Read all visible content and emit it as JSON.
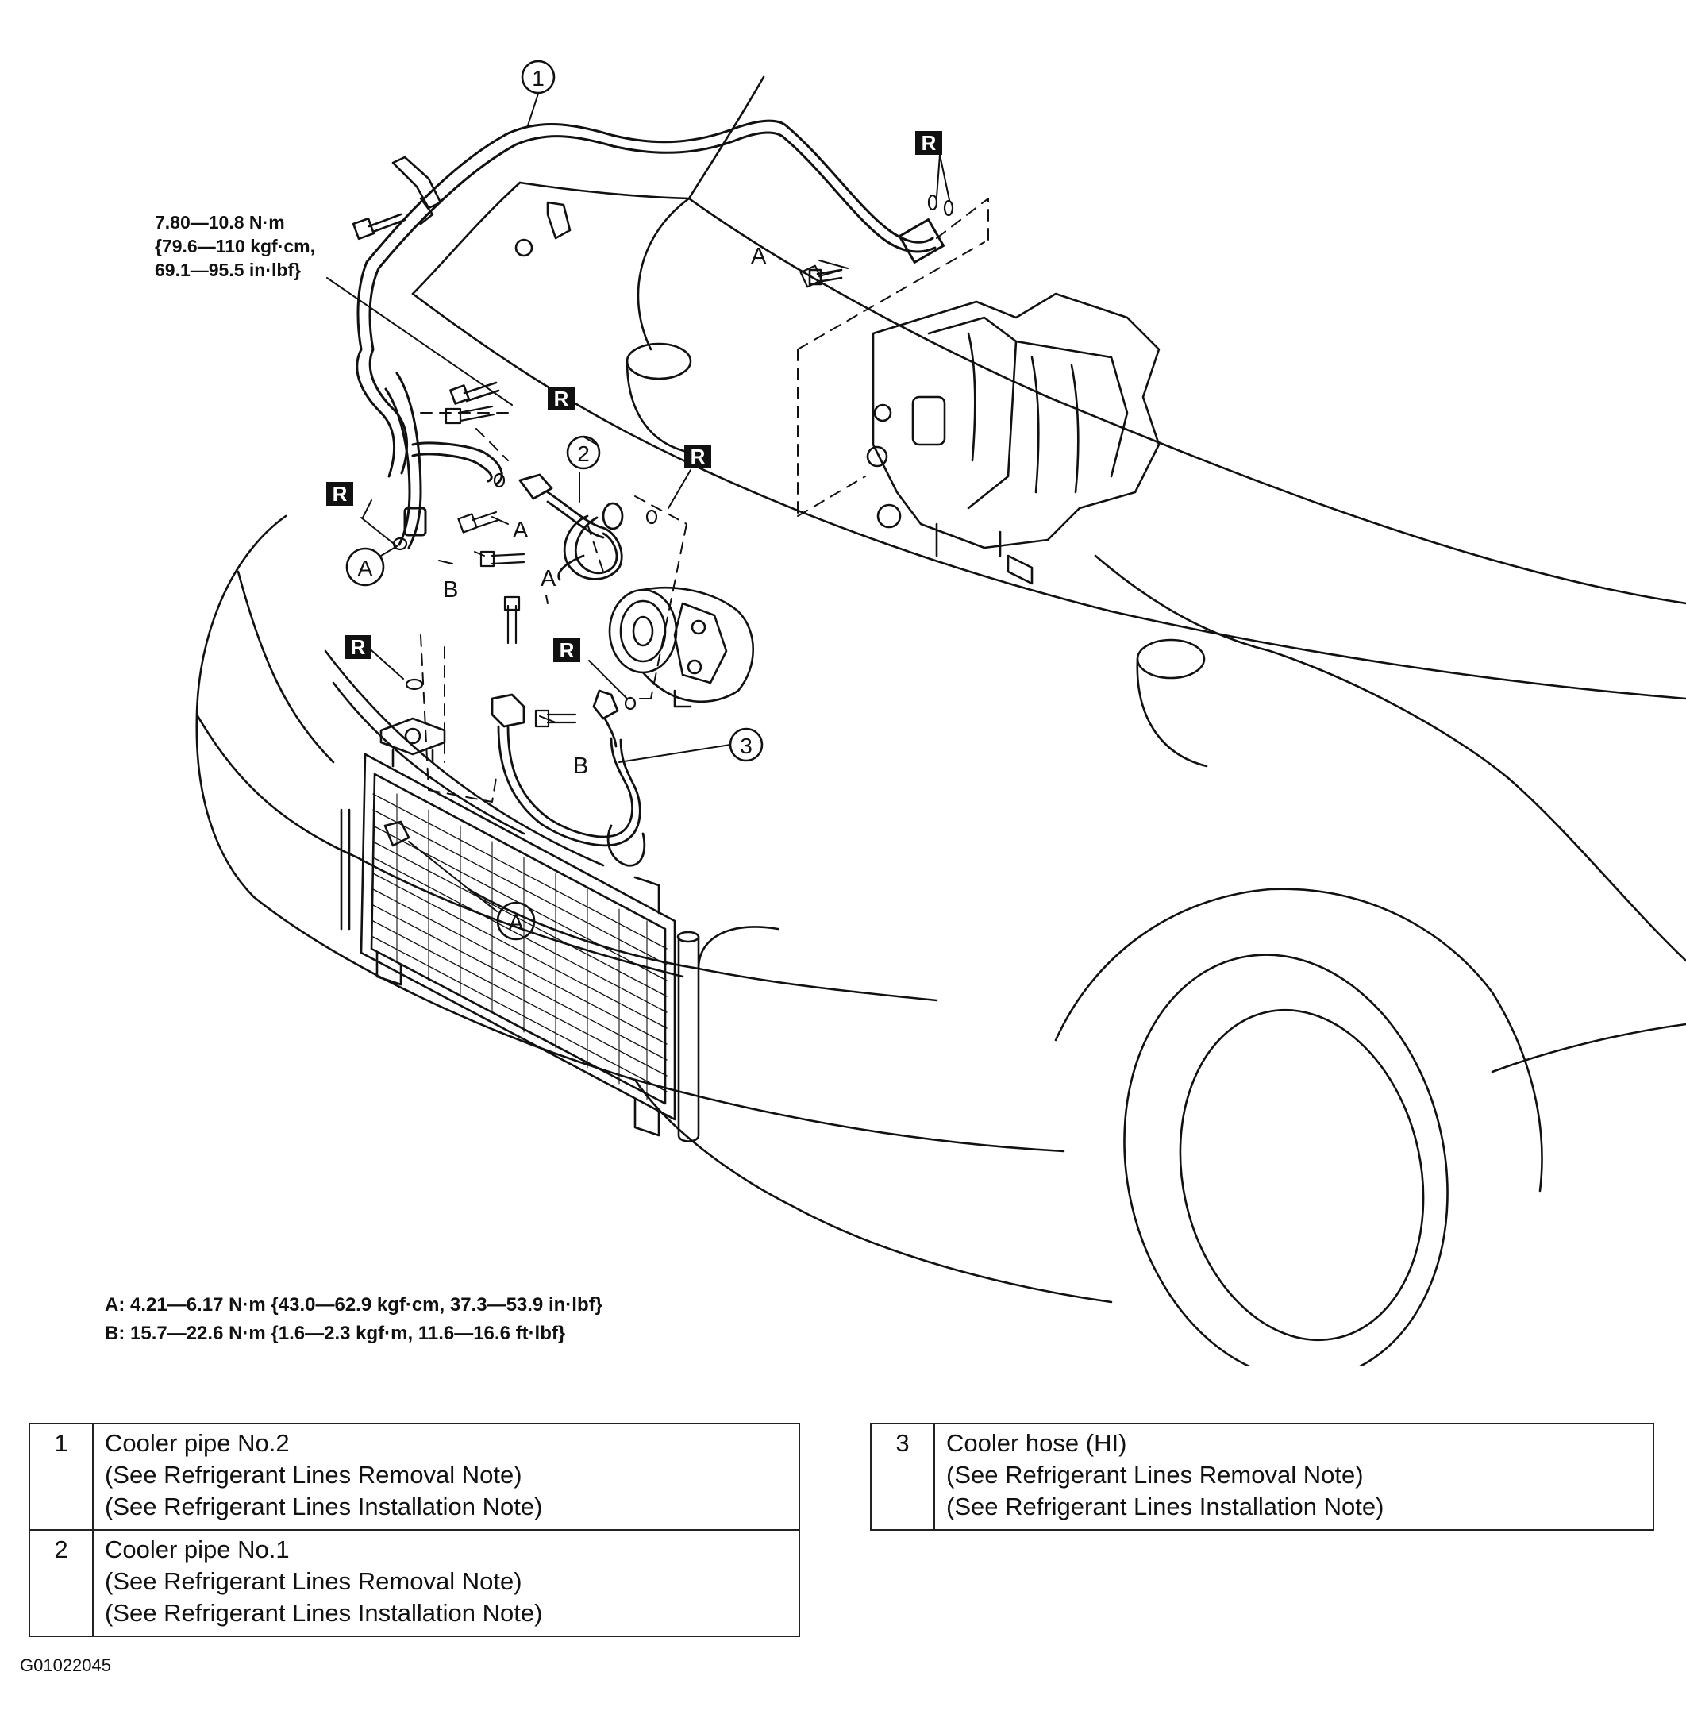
{
  "callouts": {
    "part_1": "1",
    "part_2": "2",
    "part_3": "3",
    "marker_r": "R",
    "bolt_a": "A",
    "bolt_b": "B"
  },
  "torque_note": {
    "line1": "7.80—10.8 N·m",
    "line2": "{79.6—110 kgf·cm,",
    "line3": "69.1—95.5 in·lbf}"
  },
  "torque_specs": {
    "a": "A: 4.21—6.17 N·m {43.0—62.9 kgf·cm, 37.3—53.9 in·lbf}",
    "b": "B: 15.7—22.6 N·m {1.6—2.3 kgf·m, 11.6—16.6 ft·lbf}"
  },
  "parts_table": [
    {
      "number": "1",
      "name": "Cooler pipe No.2",
      "note1": "(See Refrigerant Lines Removal Note)",
      "note2": "(See Refrigerant Lines Installation Note)"
    },
    {
      "number": "2",
      "name": "Cooler pipe No.1",
      "note1": "(See Refrigerant Lines Removal Note)",
      "note2": "(See Refrigerant Lines Installation Note)"
    },
    {
      "number": "3",
      "name": "Cooler hose (HI)",
      "note1": "(See Refrigerant Lines Removal Note)",
      "note2": "(See Refrigerant Lines Installation Note)"
    }
  ],
  "figure_id": "G01022045"
}
